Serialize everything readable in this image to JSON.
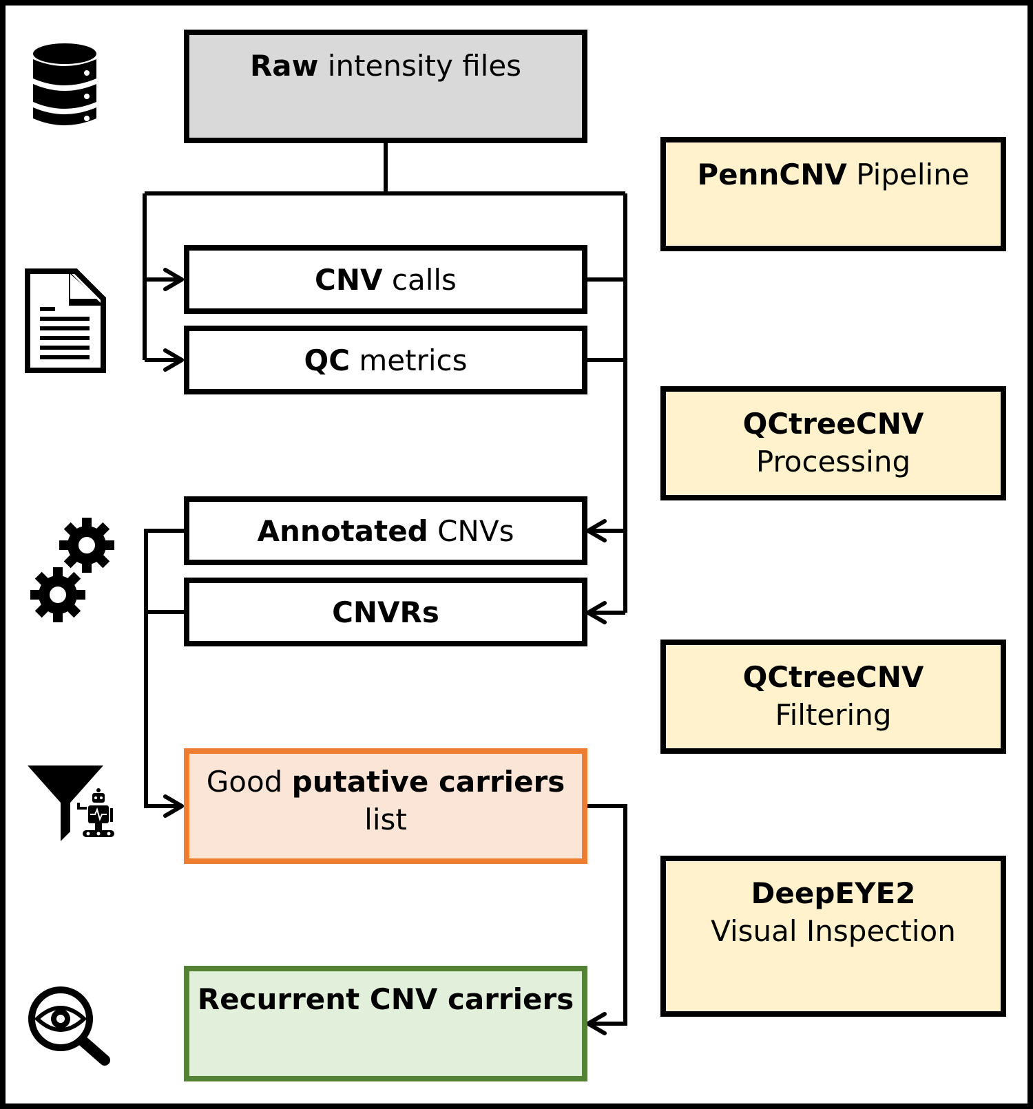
{
  "nodes": {
    "raw": {
      "bold": "Raw",
      "rest": " intensity files"
    },
    "cnv_calls": {
      "bold": "CNV",
      "rest": " calls"
    },
    "qc_metrics": {
      "bold": "QC",
      "rest": " metrics"
    },
    "annotated": {
      "bold": "Annotated",
      "rest": " CNVs"
    },
    "cnvrs": {
      "bold": "CNVRs"
    },
    "good_carriers": {
      "pre": "Good ",
      "bold": "putative carriers",
      "line2": "list"
    },
    "recurrent": {
      "bold": "Recurrent CNV carriers"
    }
  },
  "steps": {
    "penncnv": {
      "bold": "PennCNV",
      "rest": " Pipeline"
    },
    "qc_processing": {
      "bold": "QCtreeCNV",
      "line2": "Processing"
    },
    "qc_filtering": {
      "bold": "QCtreeCNV",
      "line2": "Filtering"
    },
    "deepeye": {
      "bold": "DeepEYE2",
      "line2": "Visual Inspection"
    }
  },
  "icons": [
    "database-icon",
    "document-icon",
    "gears-icon",
    "filter-robot-icon",
    "eye-magnifier-icon"
  ],
  "colors": {
    "gray": "#d9d9d9",
    "cream": "#fff2cc",
    "orange_border": "#ed7d31",
    "orange_fill": "#fbe5d6",
    "green_border": "#548235",
    "green_fill": "#e2efda"
  }
}
